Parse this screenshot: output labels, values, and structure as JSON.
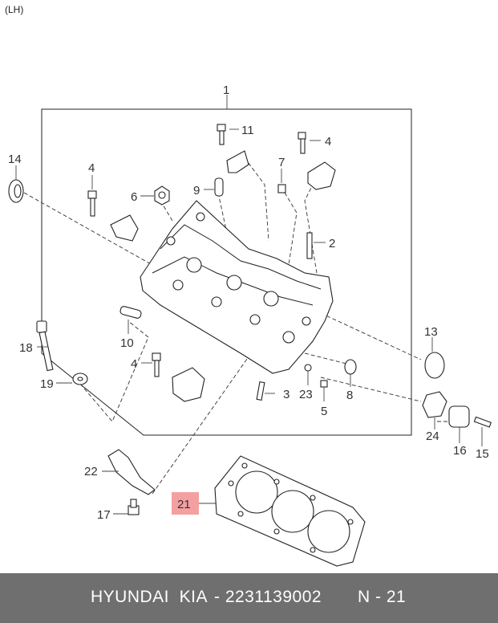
{
  "view_label": "(LH)",
  "callouts": [
    {
      "id": "c1",
      "text": "1"
    },
    {
      "id": "c2",
      "text": "2"
    },
    {
      "id": "c3",
      "text": "3"
    },
    {
      "id": "c4a",
      "text": "4"
    },
    {
      "id": "c4b",
      "text": "4"
    },
    {
      "id": "c4c",
      "text": "4"
    },
    {
      "id": "c5",
      "text": "5"
    },
    {
      "id": "c6",
      "text": "6"
    },
    {
      "id": "c7",
      "text": "7"
    },
    {
      "id": "c8",
      "text": "8"
    },
    {
      "id": "c9",
      "text": "9"
    },
    {
      "id": "c10",
      "text": "10"
    },
    {
      "id": "c11",
      "text": "11"
    },
    {
      "id": "c13",
      "text": "13"
    },
    {
      "id": "c14",
      "text": "14"
    },
    {
      "id": "c15",
      "text": "15"
    },
    {
      "id": "c16",
      "text": "16"
    },
    {
      "id": "c17",
      "text": "17"
    },
    {
      "id": "c18",
      "text": "18"
    },
    {
      "id": "c19",
      "text": "19"
    },
    {
      "id": "c21",
      "text": "21"
    },
    {
      "id": "c22",
      "text": "22"
    },
    {
      "id": "c23",
      "text": "23"
    },
    {
      "id": "c24",
      "text": "24"
    }
  ],
  "highlight_color": "#f4a0a0",
  "footer": {
    "brand": "HYUNDAI  KIA",
    "part_number": "- 2231139002",
    "ref": "N - 21"
  }
}
